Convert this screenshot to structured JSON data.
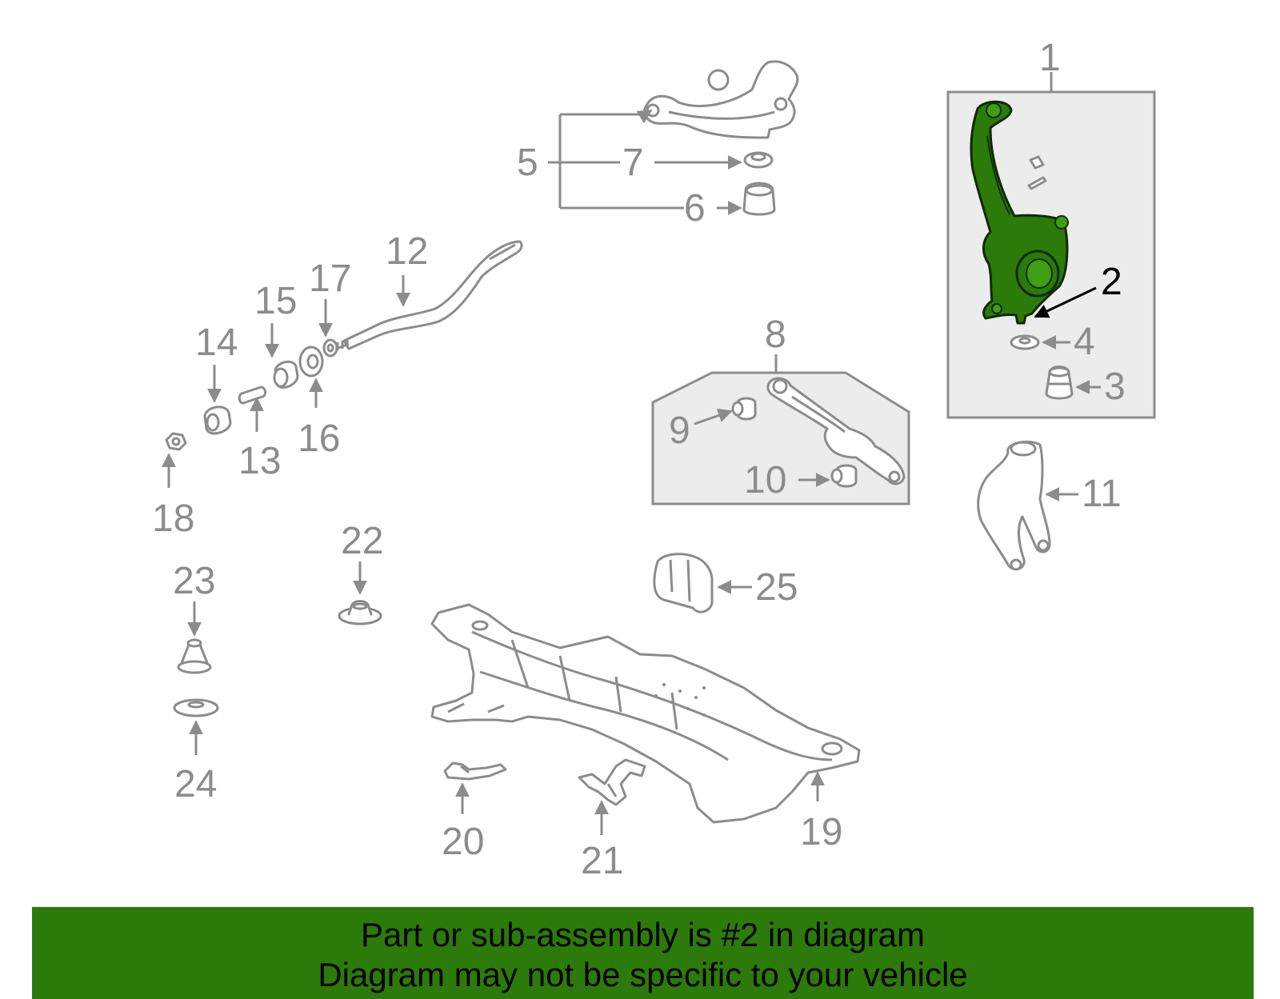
{
  "diagram": {
    "highlighted_part": "2",
    "highlight_color": "#2c7a0a",
    "callouts": [
      "1",
      "2",
      "3",
      "4",
      "5",
      "6",
      "7",
      "8",
      "9",
      "10",
      "11",
      "12",
      "13",
      "14",
      "15",
      "16",
      "17",
      "18",
      "19",
      "20",
      "21",
      "22",
      "23",
      "24",
      "25"
    ]
  },
  "banner": {
    "line1": "Part or sub-assembly is #2 in diagram",
    "line2": "Diagram may not be specific to your vehicle",
    "color": "#2c7a0a"
  }
}
